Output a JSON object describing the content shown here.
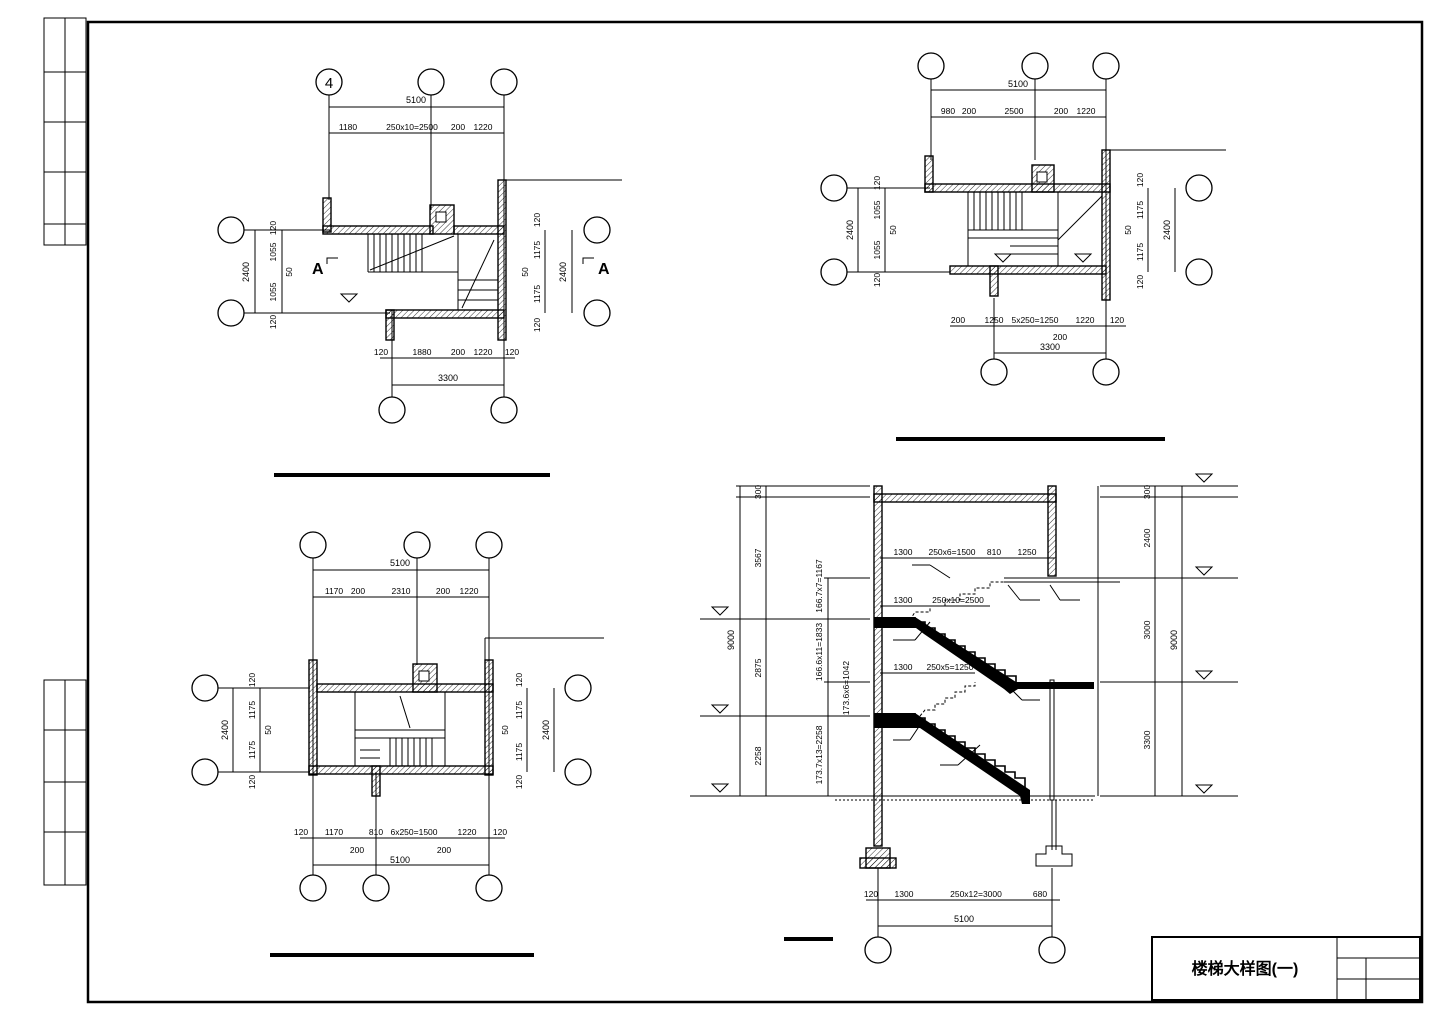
{
  "drawing": {
    "title": "楼梯大样图(一)",
    "axis_label": "4",
    "section_mark": "A"
  },
  "plan_ground": {
    "top_total": "5100",
    "top_parts": [
      "1180",
      "250x10=2500",
      "200",
      "1220"
    ],
    "left_total": "2400",
    "left_parts": [
      "120",
      "1055",
      "50",
      "1055",
      "120"
    ],
    "right_total": "2400",
    "right_parts": [
      "120",
      "1175",
      "50",
      "1175",
      "120"
    ],
    "bottom_total": "3300",
    "bottom_parts": [
      "120",
      "1880",
      "200",
      "1220",
      "120"
    ]
  },
  "plan_top": {
    "top_total": "5100",
    "top_parts": [
      "980",
      "200",
      "2500",
      "200",
      "1220"
    ],
    "left_total": "2400",
    "left_parts": [
      "120",
      "1055",
      "50",
      "1055",
      "120"
    ],
    "right_total": "2400",
    "right_parts": [
      "120",
      "1175",
      "50",
      "1175",
      "120"
    ],
    "bottom_total": "3300",
    "bottom_parts": [
      "200",
      "1250",
      "5x250=1250",
      "1220",
      "120"
    ],
    "bottom_sub": "200"
  },
  "plan_middle": {
    "top_total": "5100",
    "top_parts": [
      "1170",
      "200",
      "2310",
      "200",
      "1220"
    ],
    "left_total": "2400",
    "left_parts": [
      "120",
      "1175",
      "50",
      "1175",
      "120"
    ],
    "right_total": "2400",
    "right_parts": [
      "120",
      "1175",
      "50",
      "1175",
      "120"
    ],
    "bottom_parts": [
      "120",
      "1170",
      "810",
      "6x250=1500",
      "1220",
      "120"
    ],
    "bottom_sub": [
      "200",
      "200"
    ],
    "bottom_total": "5100"
  },
  "section": {
    "left_total": "9000",
    "left_parts": [
      "300",
      "3567",
      "2875",
      "2258"
    ],
    "inner_parts": [
      "166.7x7=1167",
      "166.6x11=1833",
      "173.6x6=1042",
      "173.7x13=2258"
    ],
    "right_total": "9000",
    "right_parts": [
      "300",
      "2400",
      "3000",
      "3300"
    ],
    "run_labels": [
      "1300",
      "250x6=1500",
      "810",
      "1250"
    ],
    "run_labels_2": [
      "1300",
      "250x10=2500"
    ],
    "run_labels_3": [
      "1300",
      "250x5=1250"
    ],
    "bottom_parts": [
      "120",
      "1300",
      "250x12=3000",
      "680"
    ],
    "bottom_total": "5100"
  }
}
